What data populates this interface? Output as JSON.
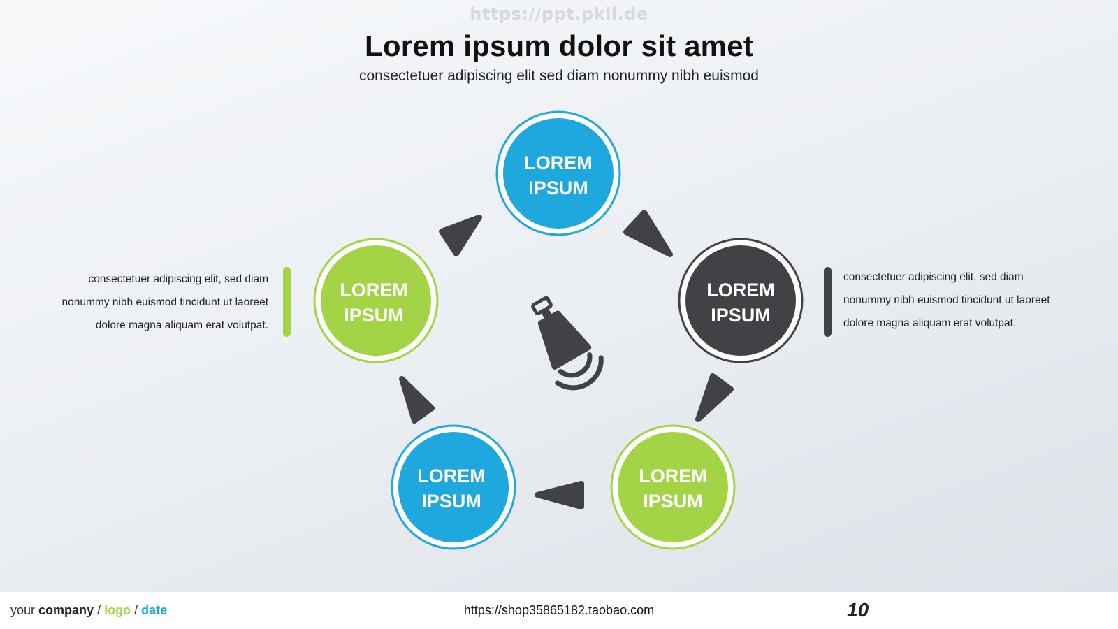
{
  "watermark": "https://ppt.pkll.de",
  "title": "Lorem ipsum dolor sit amet",
  "subtitle": "consectetuer adipiscing elit sed diam nonummy nibh euismod",
  "colors": {
    "blue": "#1fa8dd",
    "green": "#a3d445",
    "dark": "#404245"
  },
  "nodes": [
    {
      "line1": "LOREM",
      "line2": "IPSUM",
      "color": "blue"
    },
    {
      "line1": "LOREM",
      "line2": "IPSUM",
      "color": "dark"
    },
    {
      "line1": "LOREM",
      "line2": "IPSUM",
      "color": "green"
    },
    {
      "line1": "LOREM",
      "line2": "IPSUM",
      "color": "blue"
    },
    {
      "line1": "LOREM",
      "line2": "IPSUM",
      "color": "green"
    }
  ],
  "center_icon": "megaphone-icon",
  "left_description": [
    "consectetuer adipiscing elit, sed diam",
    "nonummy nibh euismod tincidunt ut laoreet",
    "dolore magna aliquam erat volutpat."
  ],
  "right_description": [
    "consectetuer adipiscing elit, sed diam",
    "nonummy nibh euismod tincidunt ut laoreet",
    "dolore magna aliquam erat volutpat."
  ],
  "footer": {
    "your": "your",
    "company": "company",
    "sep": "/",
    "logo": "logo",
    "date": "date",
    "url": "https://shop35865182.taobao.com",
    "page": "10"
  }
}
